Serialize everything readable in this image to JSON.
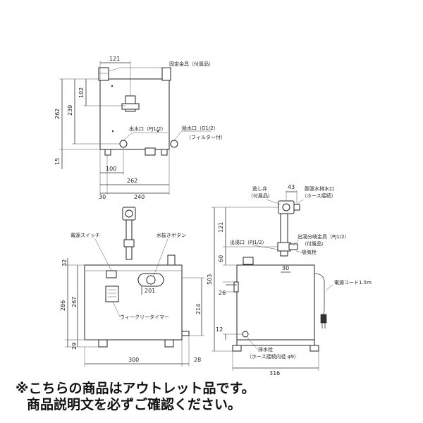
{
  "top_view": {
    "dim_121": "121",
    "dim_102": "102",
    "dim_239": "239",
    "dim_262": "262",
    "dim_15": "15",
    "dim_100": "100",
    "dim_262b": "262",
    "dim_30": "30",
    "dim_240": "240",
    "label_fixing": "固定金具（付属品）",
    "label_outlet": "出水口（PJ1/2）",
    "label_inlet": "給水口（G1/2）",
    "label_filter": "（フィルター付）"
  },
  "front_view": {
    "label_power_switch": "電源スイッチ",
    "label_drain_button": "水抜きボタン",
    "label_timer": "ウィークリータイマー",
    "dim_32": "32",
    "dim_286": "286",
    "dim_267": "267",
    "dim_201": "201",
    "dim_214": "214",
    "dim_29": "29",
    "dim_300": "300",
    "dim_28": "28"
  },
  "side_view": {
    "label_relief": "逃し弁",
    "label_relief_sub": "（付属品）",
    "label_expansion": "膨張水排水口",
    "label_expansion_sub": "（ホース接続）",
    "label_hot_outlet": "出湯口（PJ1/2）",
    "label_branch": "出湯分岐金具（PJ1/2）",
    "label_branch_sub": "（付属品）",
    "label_intake": "吸気栓",
    "label_cord": "電源コード1.5m",
    "label_drain": "排水栓",
    "label_drain_sub": "（ホース接続内径 φ9）",
    "dim_43": "43",
    "dim_121": "121",
    "dim_60": "60",
    "dim_30": "30",
    "dim_503": "503",
    "dim_26": "26",
    "dim_12": "12",
    "dim_316": "316"
  },
  "notice": {
    "line1": "※こちらの商品はアウトレット品です。",
    "line2": "商品説明文を必ずご確認ください。"
  }
}
